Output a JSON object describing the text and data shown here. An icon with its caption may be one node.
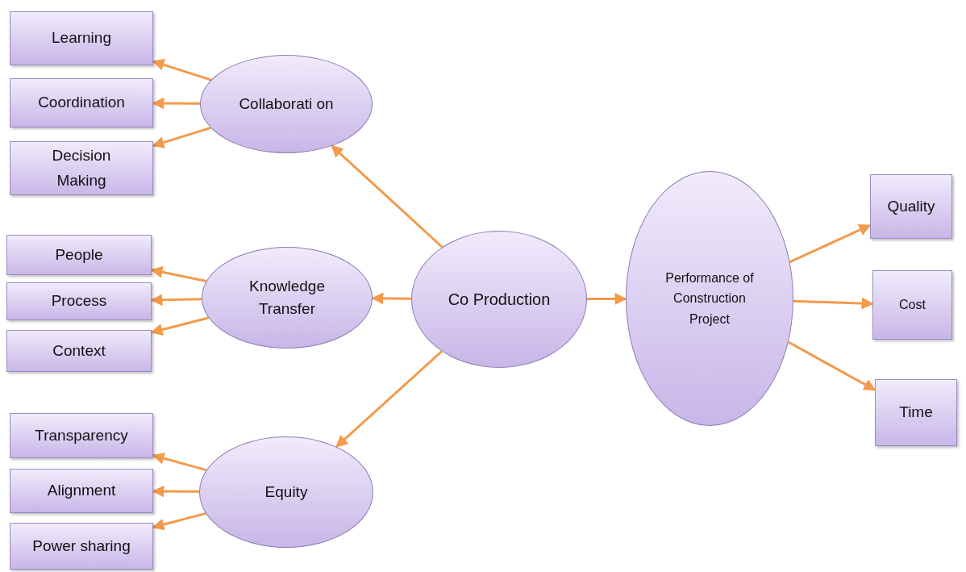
{
  "diagram": {
    "nodes": [
      {
        "text": [
          "Co Production"
        ]
      },
      {
        "text": [
          "Collaborati on"
        ]
      },
      {
        "text": [
          "Knowledge Transfer"
        ]
      },
      {
        "text": [
          "Equity"
        ]
      },
      {
        "text": [
          "Learning"
        ]
      },
      {
        "text": [
          "Coordination"
        ]
      },
      {
        "text": [
          "Decision Making"
        ]
      },
      {
        "text": [
          "People"
        ]
      },
      {
        "text": [
          "Process"
        ]
      },
      {
        "text": [
          "Context"
        ]
      },
      {
        "text": [
          "Transparency"
        ]
      },
      {
        "text": [
          "Alignment"
        ]
      },
      {
        "text": [
          "Power sharing"
        ]
      },
      {
        "text": [
          "Performance of Construction Project"
        ]
      },
      {
        "text": [
          "Quality"
        ]
      },
      {
        "text": [
          "Cost"
        ]
      },
      {
        "text": [
          "Time"
        ]
      }
    ],
    "edges": [
      {
        "from": 0,
        "to": 1,
        "arrow": "to"
      },
      {
        "from": 0,
        "to": 2,
        "arrow": "to"
      },
      {
        "from": 0,
        "to": 3,
        "arrow": "to"
      },
      {
        "from": 1,
        "to": 4,
        "arrow": "to"
      },
      {
        "from": 1,
        "to": 5,
        "arrow": "to"
      },
      {
        "from": 1,
        "to": 6,
        "arrow": "to"
      },
      {
        "from": 2,
        "to": 7,
        "arrow": "to"
      },
      {
        "from": 2,
        "to": 8,
        "arrow": "to"
      },
      {
        "from": 2,
        "to": 9,
        "arrow": "to"
      },
      {
        "from": 3,
        "to": 10,
        "arrow": "to"
      },
      {
        "from": 3,
        "to": 11,
        "arrow": "to"
      },
      {
        "from": 3,
        "to": 12,
        "arrow": "to"
      },
      {
        "from": 0,
        "to": 13,
        "arrow": "to"
      },
      {
        "from": 13,
        "to": 14,
        "arrow": "to"
      },
      {
        "from": 13,
        "to": 15,
        "arrow": "to"
      },
      {
        "from": 13,
        "to": 16,
        "arrow": "to"
      }
    ]
  }
}
